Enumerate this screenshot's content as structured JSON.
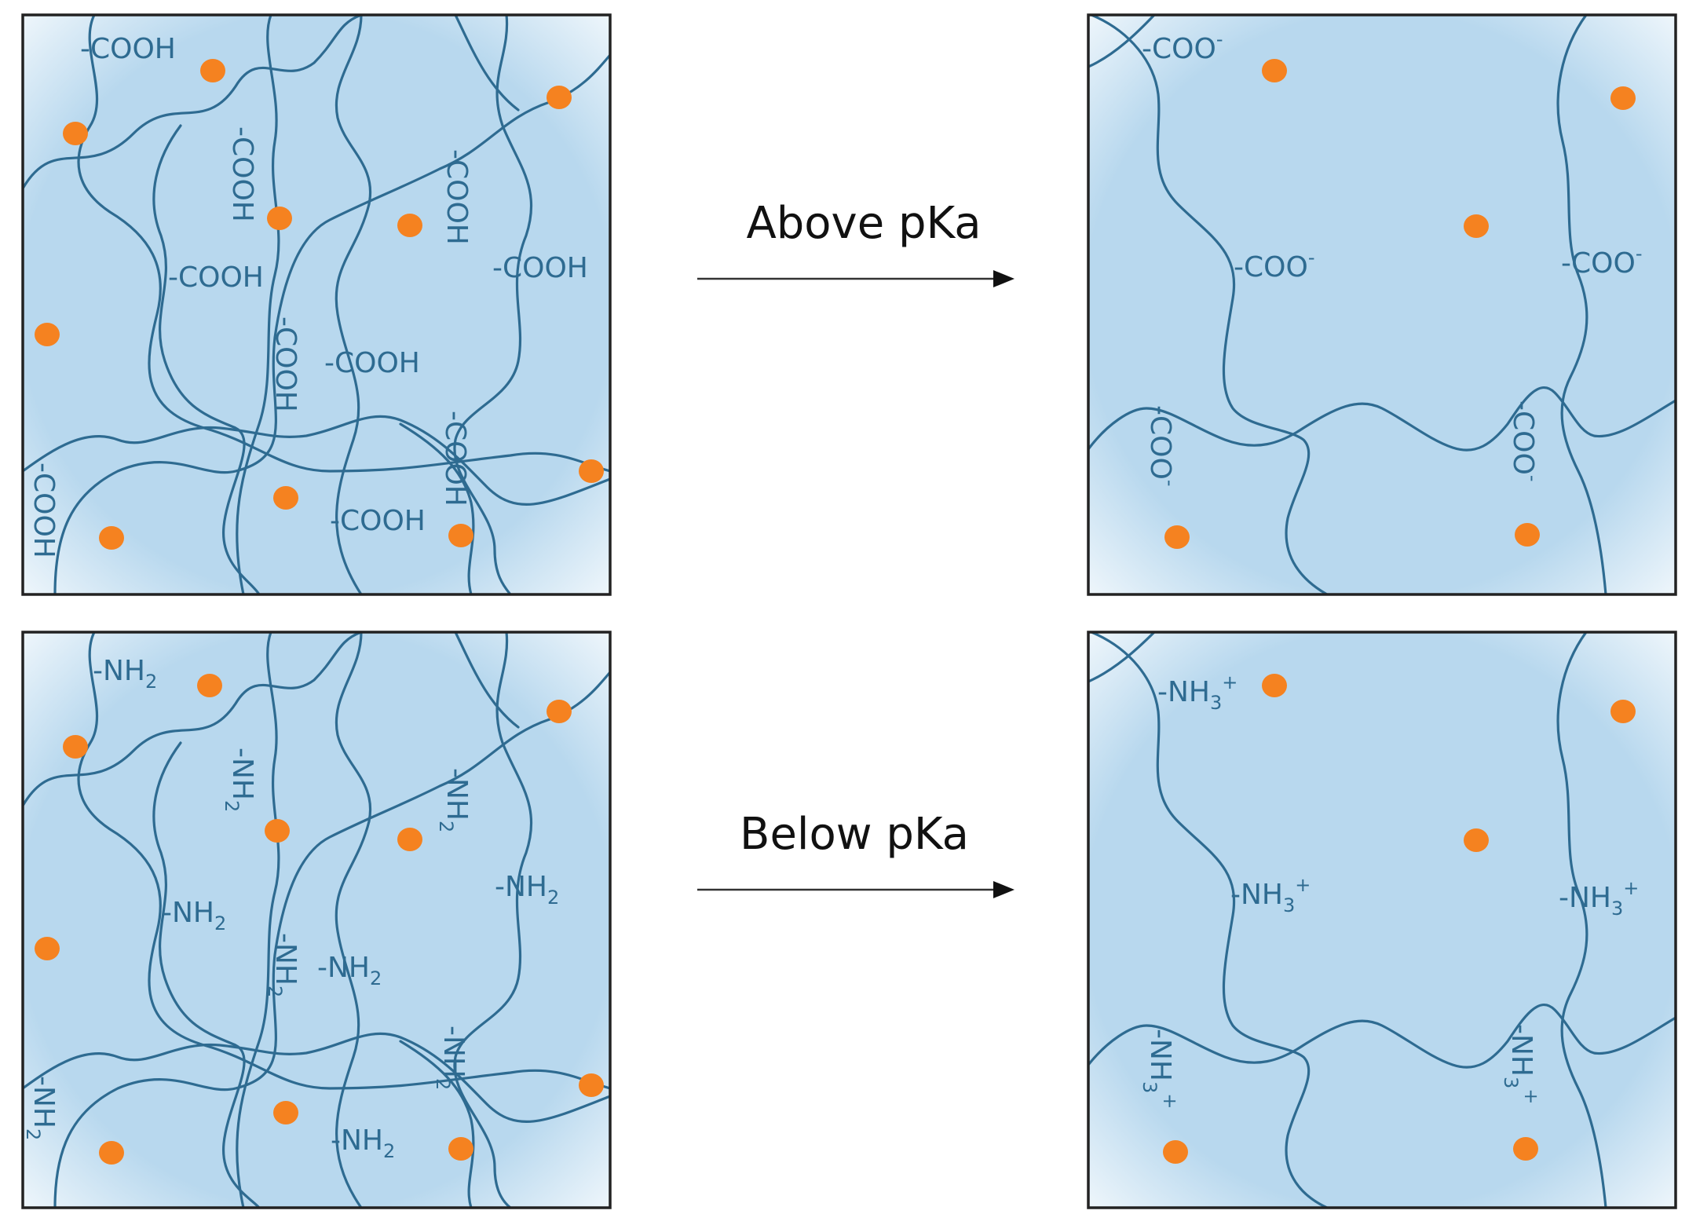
{
  "colors": {
    "gel_fill": "#b8d8ee",
    "gel_edge": "#f2f8fc",
    "chain": "#2e6b91",
    "drug_bead": "#f58220",
    "frame": "#222222",
    "arrow": "#111111"
  },
  "arrows": {
    "top_label": "Above pKa",
    "bottom_label": "Below pKa"
  },
  "groups": {
    "cooh": "-COOH",
    "coo_base": "-COO",
    "coo_charge": "-",
    "nh_base": "-NH",
    "nh2_sub": "2",
    "nh3_sub": "3",
    "nh3_charge": "+"
  }
}
